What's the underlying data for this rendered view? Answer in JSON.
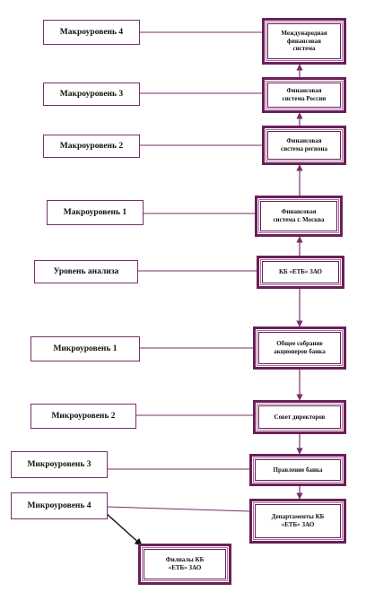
{
  "levels": {
    "macro4": "Макроуровень 4",
    "macro3": "Макроуровень 3",
    "macro2": "Макроуровень 2",
    "macro1": "Макроуровень 1",
    "analysis": "Уровень анализа",
    "micro1": "Микроуровень 1",
    "micro2": "Микроуровень 2",
    "micro3": "Микроуровень 3",
    "micro4": "Микроуровень 4"
  },
  "nodes": {
    "international": "Международная\nфинансовая\nсистема",
    "russia": "Финансовая\nсистема России",
    "region": "Финансовая\nсистема региона",
    "moscow": "Финансовая\nсистема г. Москва",
    "bank": "КБ «ЕТБ» ЗАО",
    "shareholders": "Общее собрание\nакционеров банка",
    "board": "Совет директоров",
    "management": "Правление банка",
    "departments": "Департаменты КБ\n«ЕТБ» ЗАО",
    "branches": "Филиалы КБ\n«ЕТБ» ЗАО"
  },
  "colors": {
    "line": "#7a2e6a",
    "frame": "#6b1f5a"
  }
}
